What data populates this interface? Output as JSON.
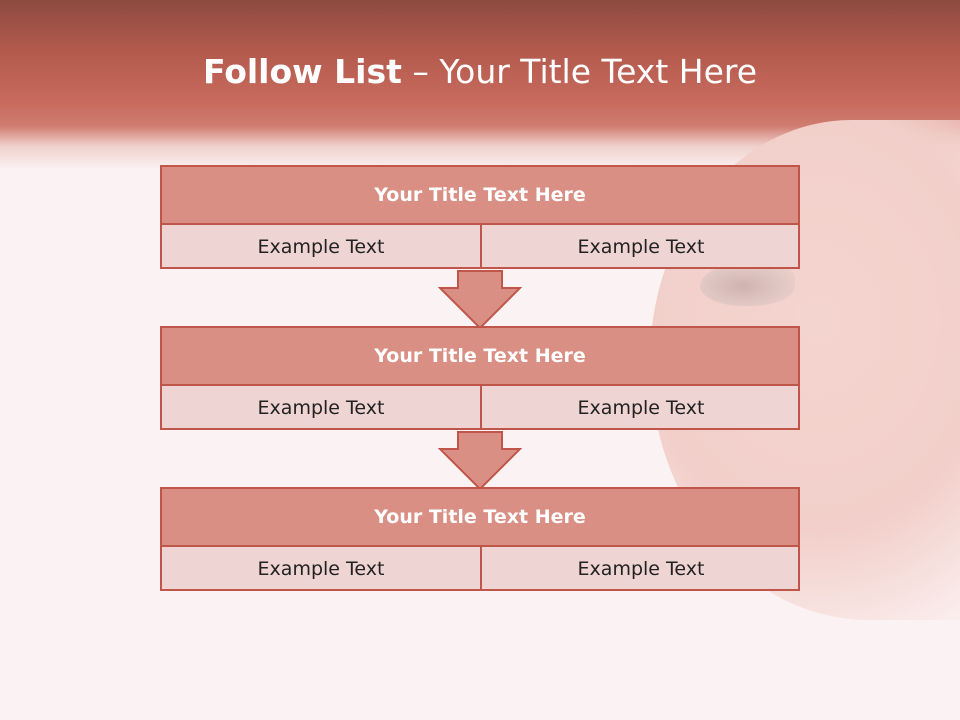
{
  "slide": {
    "title_bold": "Follow List",
    "title_rest": " – Your Title Text Here"
  },
  "steps": [
    {
      "title": "Your Title Text Here",
      "left": "Example Text",
      "right": "Example Text"
    },
    {
      "title": "Your Title Text Here",
      "left": "Example Text",
      "right": "Example Text"
    },
    {
      "title": "Your Title Text Here",
      "left": "Example Text",
      "right": "Example Text"
    }
  ],
  "colors": {
    "accent": "#c0564a",
    "header_fill": "#d98f84",
    "cell_fill": "#eed4d2"
  }
}
